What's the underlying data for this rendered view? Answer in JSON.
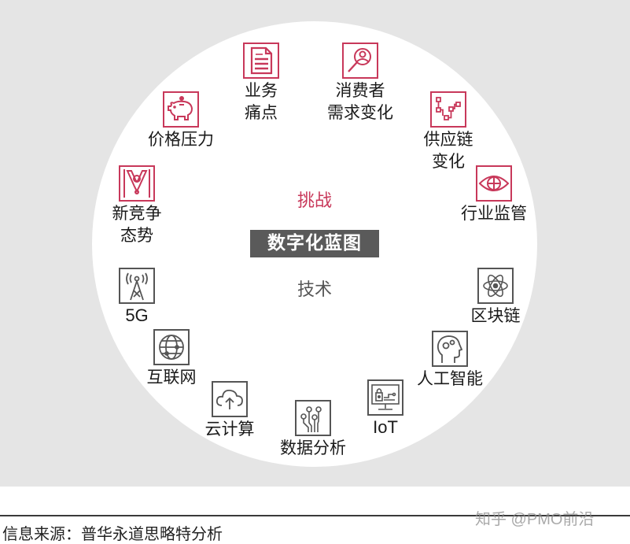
{
  "diagram": {
    "center": {
      "challenge_label": "挑战",
      "title": "数字化蓝图",
      "technology_label": "技术"
    },
    "challenges": [
      {
        "label_line1": "业务",
        "label_line2": "痛点",
        "icon": "document-icon"
      },
      {
        "label_line1": "消费者",
        "label_line2": "需求变化",
        "icon": "user-search-icon"
      },
      {
        "label_line1": "供应链",
        "label_line2": "变化",
        "icon": "supply-chain-icon"
      },
      {
        "label_line1": "行业监管",
        "label_line2": "",
        "icon": "eye-icon"
      },
      {
        "label_line1": "价格压力",
        "label_line2": "",
        "icon": "piggy-bank-icon"
      },
      {
        "label_line1": "新竞争",
        "label_line2": "态势",
        "icon": "competition-icon"
      }
    ],
    "technologies": [
      {
        "label": "5G",
        "icon": "antenna-tower-icon"
      },
      {
        "label": "互联网",
        "icon": "globe-icon"
      },
      {
        "label": "云计算",
        "icon": "cloud-upload-icon"
      },
      {
        "label": "数据分析",
        "icon": "circuit-icon"
      },
      {
        "label": "IoT",
        "icon": "monitor-lock-icon"
      },
      {
        "label": "人工智能",
        "icon": "ai-head-icon"
      },
      {
        "label": "区块链",
        "icon": "atom-icon"
      }
    ],
    "colors": {
      "challenge": "#c8385a",
      "technology": "#555555",
      "background": "#e5e5e5",
      "title_box": "#5a5a5a"
    }
  },
  "footer": {
    "source": "信息来源：普华永道思略特分析",
    "watermark": "知乎 @PMO前沿"
  }
}
